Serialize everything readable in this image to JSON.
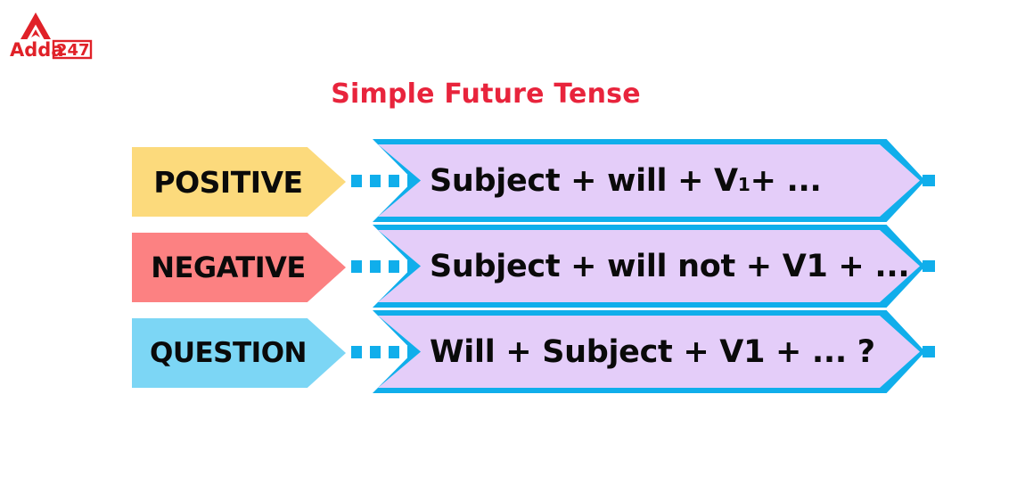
{
  "brand": {
    "name": "Adda247",
    "word_mark": "Adda",
    "number_mark": "247",
    "color": "#e02128",
    "icon": "adda247-logo-icon"
  },
  "title": "Simple Future Tense",
  "title_color": "#e8243c",
  "theme": {
    "banner_fill": "#e4cdf9",
    "banner_stroke": "#10aeeb",
    "connector_color": "#10aeeb",
    "text_color": "#0a0a0a"
  },
  "rows": [
    {
      "label": "POSITIVE",
      "label_color": "#fcda7c",
      "formula_plain": "Subject + will + V1 + ...",
      "formula_parts": [
        {
          "text": "Subject + will + V",
          "sub": false
        },
        {
          "text": "1",
          "sub": true
        },
        {
          "text": " + ...",
          "sub": false
        }
      ]
    },
    {
      "label": "NEGATIVE",
      "label_color": "#fc8182",
      "formula_plain": "Subject + will not + V1 + ...",
      "formula_parts": [
        {
          "text": "Subject + will not + V1 + ...",
          "sub": false
        }
      ]
    },
    {
      "label": "QUESTION",
      "label_color": "#7cd6f5",
      "formula_plain": "Will + Subject + V1 + ... ?",
      "formula_parts": [
        {
          "text": "Will + Subject + V1 + ... ?",
          "sub": false
        }
      ]
    }
  ],
  "connector": {
    "dash_count": 4
  }
}
